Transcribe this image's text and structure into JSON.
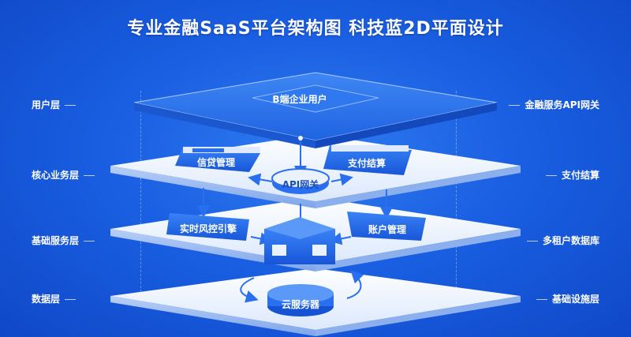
{
  "title": "专业金融SaaS平台架构图 科技蓝2D平面设计",
  "left_labels": [
    "用户层",
    "核心业务层",
    "基础服务层",
    "数据层"
  ],
  "right_labels": [
    "金融服务API网关",
    "支付结算",
    "多租户数据库",
    "基础设施层"
  ],
  "nodes": {
    "b_user": "B端企业用户",
    "credit": "信贷管理",
    "payment": "支付结算",
    "api_gateway": "API网关",
    "risk": "实时风控引擎",
    "account": "账户管理",
    "cloud": "云服务器"
  },
  "colors": {
    "background": "#1a5fe2",
    "platform_top": "#eef5ff",
    "platform_edge": "#9fc0f5",
    "node_blue": "#2a6ff0",
    "node_dark": "#1653d4"
  }
}
